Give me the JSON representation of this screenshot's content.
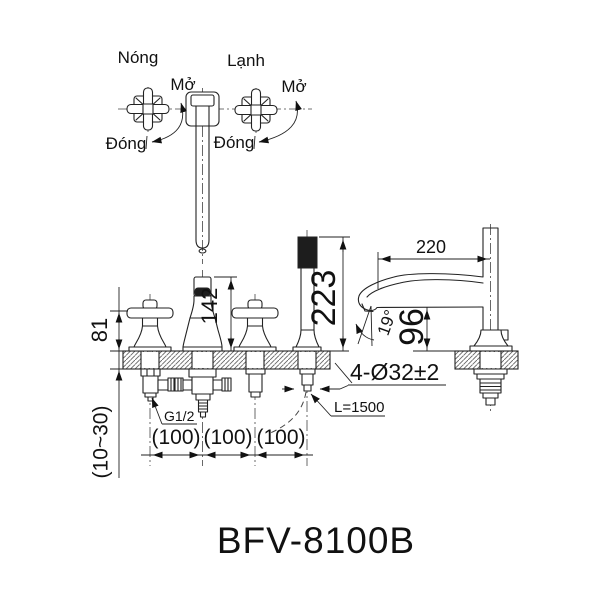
{
  "product": {
    "model": "BFV-8100B"
  },
  "plan_view": {
    "hot_label": "Nóng",
    "cold_label": "Lạnh",
    "open_left": "Mở",
    "open_right": "Mở",
    "close_left": "Đóng",
    "close_right": "Đóng"
  },
  "dimensions": {
    "handle_height": "81",
    "spout_height": "142",
    "shower_height": "223",
    "spout_reach": "220",
    "outlet_height": "96",
    "flow_angle": "19°",
    "hole_spec": "4-Ø32±2",
    "deck_thickness": "(10~30)",
    "thread": "G1/2",
    "pitch1": "(100)",
    "pitch2": "(100)",
    "pitch3": "(100)",
    "hose_length": "L=1500"
  },
  "colors": {
    "line": "#222222",
    "text": "#111111",
    "dark_fill": "#1d1d1d",
    "background": "#ffffff"
  }
}
